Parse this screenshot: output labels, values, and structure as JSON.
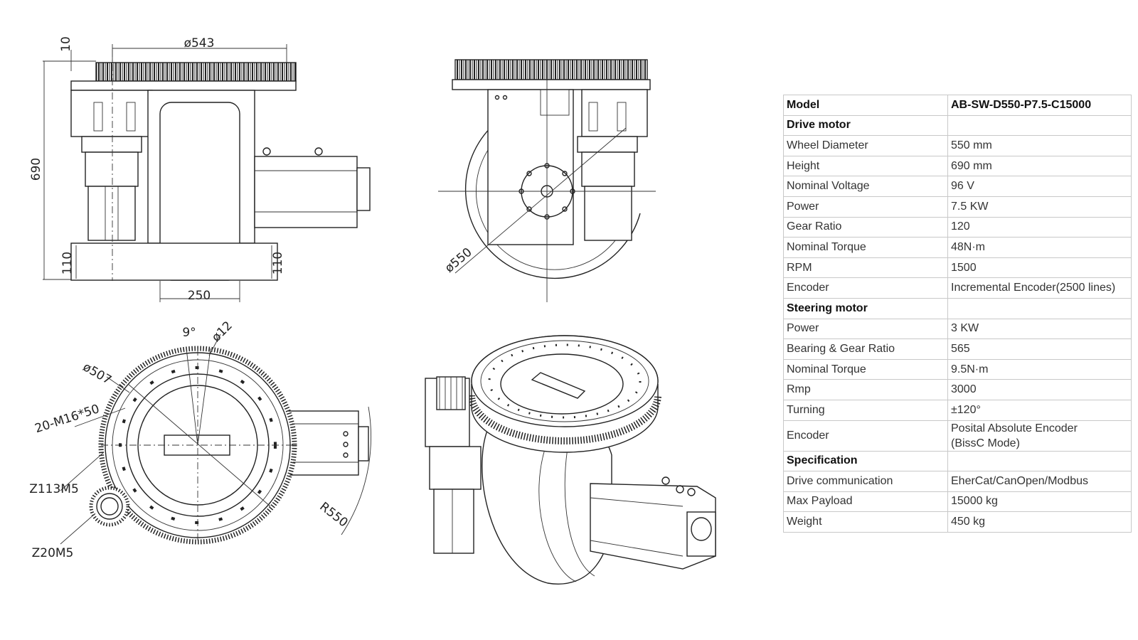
{
  "drawing_labels": {
    "front_width": "ø543",
    "front_top": "10",
    "front_height": "690",
    "front_bottom_left": "110",
    "front_bottom_right": "110",
    "front_wheel_width": "250",
    "side_wheel_diameter": "ø550",
    "top_angle": "9°",
    "top_hole_dia": "ø12",
    "top_ring_dia": "ø507",
    "top_bolts": "20-M16*50",
    "top_gear_big": "Z113M5",
    "top_gear_small": "Z20M5",
    "top_radius": "R550"
  },
  "spec_table": [
    {
      "label": "Model",
      "value": "AB-SW-D550-P7.5-C15000",
      "type": "head"
    },
    {
      "label": "Drive motor",
      "value": "",
      "type": "head"
    },
    {
      "label": "Wheel Diameter",
      "value": "550 mm",
      "type": "row"
    },
    {
      "label": "Height",
      "value": "690 mm",
      "type": "row"
    },
    {
      "label": "Nominal Voltage",
      "value": "96 V",
      "type": "row"
    },
    {
      "label": "Power",
      "value": "7.5 KW",
      "type": "row"
    },
    {
      "label": "Gear Ratio",
      "value": "120",
      "type": "row"
    },
    {
      "label": "Nominal Torque",
      "value": "48N·m",
      "type": "row"
    },
    {
      "label": "RPM",
      "value": "1500",
      "type": "row"
    },
    {
      "label": "Encoder",
      "value": "Incremental Encoder(2500 lines)",
      "type": "row"
    },
    {
      "label": "Steering motor",
      "value": "",
      "type": "head"
    },
    {
      "label": "Power",
      "value": "3 KW",
      "type": "row"
    },
    {
      "label": "Bearing & Gear Ratio",
      "value": "565",
      "type": "row"
    },
    {
      "label": "Nominal Torque",
      "value": "9.5N·m",
      "type": "row"
    },
    {
      "label": "Rmp",
      "value": "3000",
      "type": "row"
    },
    {
      "label": "Turning",
      "value": "±120°",
      "type": "row"
    },
    {
      "label": "Encoder",
      "value": "Posital Absolute Encoder",
      "value2": "(BissC Mode)",
      "type": "tall"
    },
    {
      "label": "Specification",
      "value": "",
      "type": "head"
    },
    {
      "label": "Drive communication",
      "value": "EherCat/CanOpen/Modbus",
      "type": "row"
    },
    {
      "label": "Max Payload",
      "value": "15000 kg",
      "type": "row"
    },
    {
      "label": "Weight",
      "value": "450 kg",
      "type": "row"
    }
  ]
}
